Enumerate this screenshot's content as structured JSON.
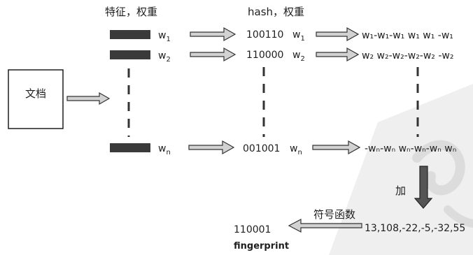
{
  "header": {
    "features_weights": "特征，权重",
    "hash_weights": "hash，权重"
  },
  "document_label": "文档",
  "rows": [
    {
      "feature_weight": "w",
      "feature_sub": "1",
      "hash": "100110",
      "hash_weight": "w",
      "hash_sub": "1",
      "weighted": "w₁-w₁-w₁ w₁ w₁  -w₁"
    },
    {
      "feature_weight": "w",
      "feature_sub": "2",
      "hash": "110000",
      "hash_weight": "w",
      "hash_sub": "2",
      "weighted": "w₂ w₂-w₂-w₂-w₂  -w₂"
    },
    {
      "feature_weight": "w",
      "feature_sub": "n",
      "hash": "001001",
      "hash_weight": "w",
      "hash_sub": "n",
      "weighted": "-wₙ-wₙ wₙ-wₙ-wₙ wₙ"
    }
  ],
  "sum_label": "加",
  "sum_result": "13,108,-22,-5,-32,55",
  "sign_function_label": "符号函数",
  "fingerprint_bits": "110001",
  "fingerprint_label": "fingerprint",
  "colors": {
    "ink": "#1e1e1e",
    "feature_bar": "#3a3a3a",
    "arrow_fill": "#d2d2d2",
    "arrow_stroke": "#333333",
    "watermark": "#e8e8e8"
  }
}
